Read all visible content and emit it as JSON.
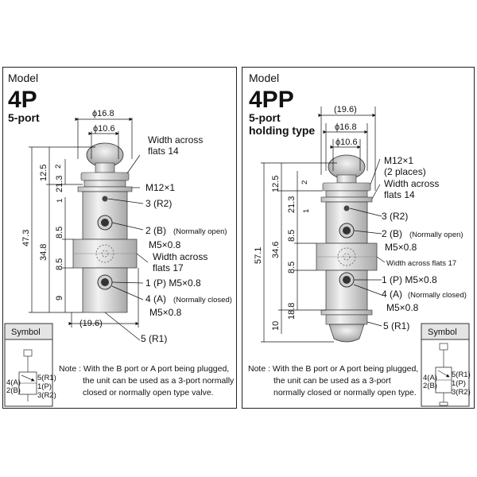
{
  "left": {
    "model_label": "Model",
    "model_name": "4P",
    "type_label": "5-port",
    "dims": {
      "phi_outer": "ϕ16.8",
      "phi_inner": "ϕ10.6",
      "d2": "2",
      "d12_5": "12.5",
      "d21_3": "21.3",
      "d1": "1",
      "d47_3": "47.3",
      "d34_8": "34.8",
      "d8_5a": "8.5",
      "d8_5b": "8.5",
      "d9": "9",
      "d19_6": "(19.6)"
    },
    "labels": {
      "flats14": [
        "Width across",
        "flats 14"
      ],
      "m12": "M12×1",
      "r2": "3 (R2)",
      "b_port": "2 (B)",
      "b_note": "(Normally open)",
      "m5_b": "M5×0.8",
      "flats17": [
        "Width across",
        "flats 17"
      ],
      "p_port": "1 (P)  M5×0.8",
      "a_port": "4 (A)",
      "a_note": "(Normally closed)",
      "m5_a": "M5×0.8",
      "r1": "5 (R1)"
    },
    "symbol_title": "Symbol",
    "symbol_ports": [
      "4(A)",
      "2(B)",
      "5(R1)",
      "1(P)",
      "3(R2)"
    ],
    "note": [
      "Note : With the B port or A port being plugged,",
      "the unit can be used as a 3-port normally",
      "closed or normally open type valve."
    ]
  },
  "right": {
    "model_label": "Model",
    "model_name": "4PP",
    "type_label": "5-port",
    "type_label2": "holding type",
    "dims": {
      "d19_6": "(19.6)",
      "phi_outer": "ϕ16.8",
      "phi_inner": "ϕ10.6",
      "d2": "2",
      "d12_5": "12.5",
      "d21_3": "21.3",
      "d1": "1",
      "d57_1": "57.1",
      "d34_6": "34.6",
      "d8_5a": "8.5",
      "d8_5b": "8.5",
      "d10": "10",
      "d18_8": "18.8"
    },
    "labels": {
      "m12": "M12×1",
      "two_places": "(2 places)",
      "flats14": [
        "Width across",
        "flats 14"
      ],
      "r2": "3 (R2)",
      "b_port": "2 (B)",
      "b_note": "(Normally open)",
      "m5_b": "M5×0.8",
      "flats17": "Width across flats 17",
      "p_port": "1 (P)  M5×0.8",
      "a_port": "4 (A)",
      "a_note": "(Normally closed)",
      "m5_a": "M5×0.8",
      "r1": "5 (R1)"
    },
    "symbol_title": "Symbol",
    "symbol_ports": [
      "4(A)",
      "2(B)",
      "5(R1)",
      "1(P)",
      "3(R2)"
    ],
    "note": [
      "Note : With the B port or A port being plugged,",
      "the unit can be used as a 3-port",
      "normally closed or normally open type."
    ]
  }
}
